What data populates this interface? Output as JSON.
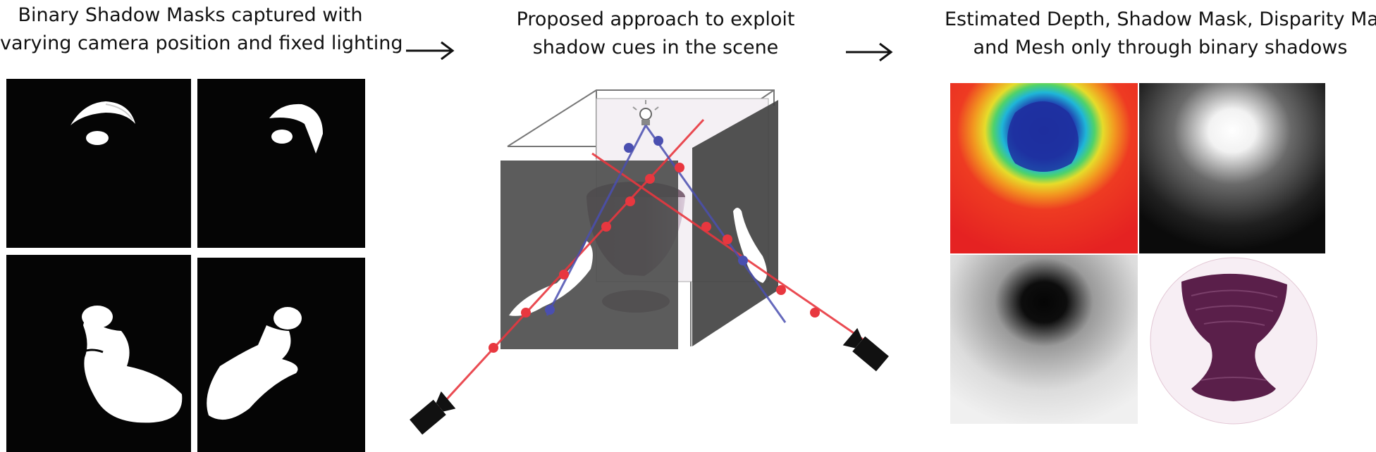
{
  "captions": {
    "left": [
      "Binary Shadow Masks captured with",
      "varying camera position and fixed lighting"
    ],
    "middle": [
      "Proposed approach to exploit",
      "shadow cues in the scene"
    ],
    "right": [
      "Estimated Depth, Shadow Mask, Disparity Map,",
      "and Mesh only through binary shadows"
    ]
  },
  "colors": {
    "mask_bg": "#050505",
    "ray_red": "#e8373f",
    "ray_blue": "#4a4fb0",
    "wall_gray": "#4a4a4a",
    "mesh_purple": "#5a1f4a"
  }
}
